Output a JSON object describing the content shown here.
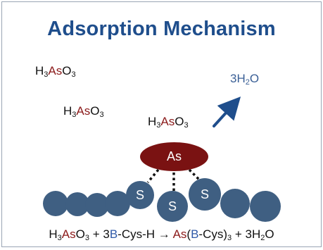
{
  "title": "Adsorption Mechanism",
  "molecules": [
    {
      "pre": "H",
      "sub1": "3",
      "el": "As",
      "post": "O",
      "sub2": "3"
    },
    {
      "pre": "H",
      "sub1": "3",
      "el": "As",
      "post": "O",
      "sub2": "3"
    },
    {
      "pre": "H",
      "sub1": "3",
      "el": "As",
      "post": "O",
      "sub2": "3"
    }
  ],
  "water": {
    "pre": "3H",
    "sub": "2",
    "post": "O"
  },
  "arsenic_label": "As",
  "sulfur_labels": [
    "S",
    "S",
    "S"
  ],
  "equation": {
    "t1": "H",
    "s1": "3",
    "as1": "As",
    "t2": "O",
    "s2": "3",
    "t3": " + 3",
    "b1": "B",
    "t4": "-Cys-H → ",
    "as2": "As",
    "t5": "(",
    "b2": "B",
    "t6": "-Cys)",
    "s3": "3",
    "t7": " + 3H",
    "s4": "2",
    "t8": "O"
  },
  "colors": {
    "title": "#1f4e8c",
    "arsenic": "#8b1a1a",
    "arsenic_blob": "#7a1212",
    "bead": "#3f5f82",
    "arrow": "#1f4e8c",
    "water": "#3a5f96",
    "b_label": "#2f59a8"
  }
}
